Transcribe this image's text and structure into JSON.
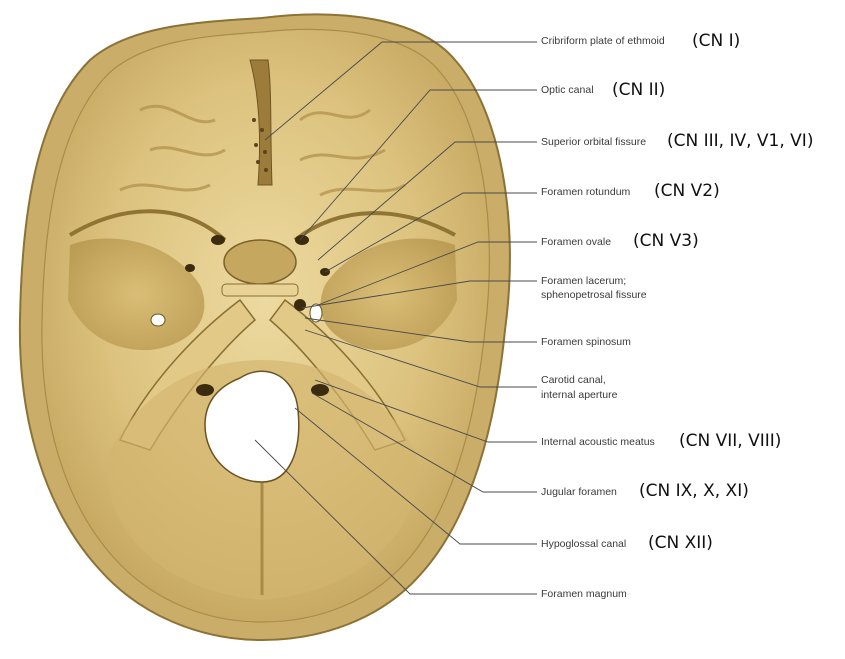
{
  "colors": {
    "bone_light": "#e6cf8f",
    "bone_mid": "#cfb26a",
    "bone_dark": "#8f7434",
    "outer_rim": "#b79a56",
    "leader_line": "#4a4a4a",
    "background": "#ffffff"
  },
  "labels": [
    {
      "id": "cribriform",
      "text": "Cribriform plate of ethmoid",
      "cn": "(CN I)"
    },
    {
      "id": "optic",
      "text": "Optic canal",
      "cn": "(CN II)"
    },
    {
      "id": "superior-orbital",
      "text": "Superior orbital fissure",
      "cn": "(CN III, IV, V1, VI)"
    },
    {
      "id": "rotundum",
      "text": "Foramen rotundum",
      "cn": "(CN V2)"
    },
    {
      "id": "ovale",
      "text": "Foramen ovale",
      "cn": "(CN V3)"
    },
    {
      "id": "lacerum",
      "line1": "Foramen lacerum;",
      "line2": "sphenopetrosal fissure"
    },
    {
      "id": "spinosum",
      "text": "Foramen spinosum"
    },
    {
      "id": "carotid",
      "line1": "Carotid canal,",
      "line2": "internal aperture"
    },
    {
      "id": "acoustic",
      "text": "Internal acoustic meatus",
      "cn": "(CN VII, VIII)"
    },
    {
      "id": "jugular",
      "text": "Jugular foramen",
      "cn": "(CN IX, X, XI)"
    },
    {
      "id": "hypoglossal",
      "text": "Hypoglossal canal",
      "cn": "(CN XII)"
    },
    {
      "id": "magnum",
      "text": "Foramen magnum"
    }
  ]
}
